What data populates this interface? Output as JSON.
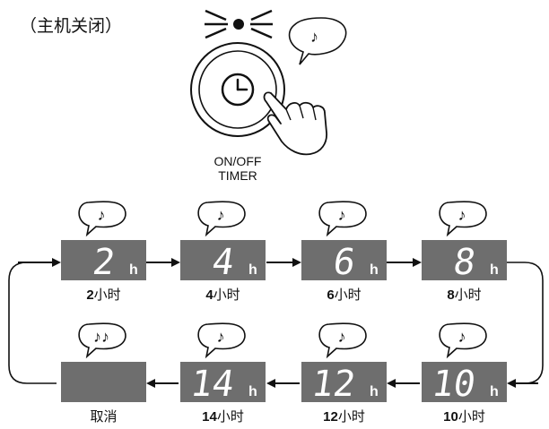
{
  "header": {
    "status_text": "（主机关闭）",
    "button_label_line1": "ON/OFF",
    "button_label_line2": "TIMER"
  },
  "beep": {
    "single": "♪",
    "double": "♪♪"
  },
  "timer_steps": [
    {
      "digits": "2",
      "unit": "h",
      "label_num": "2",
      "label_unit": "小时",
      "beep": "♪"
    },
    {
      "digits": "4",
      "unit": "h",
      "label_num": "4",
      "label_unit": "小时",
      "beep": "♪"
    },
    {
      "digits": "6",
      "unit": "h",
      "label_num": "6",
      "label_unit": "小时",
      "beep": "♪"
    },
    {
      "digits": "8",
      "unit": "h",
      "label_num": "8",
      "label_unit": "小时",
      "beep": "♪"
    },
    {
      "digits": "10",
      "unit": "h",
      "label_num": "10",
      "label_unit": "小时",
      "beep": "♪"
    },
    {
      "digits": "12",
      "unit": "h",
      "label_num": "12",
      "label_unit": "小时",
      "beep": "♪"
    },
    {
      "digits": "14",
      "unit": "h",
      "label_num": "14",
      "label_unit": "小时",
      "beep": "♪"
    },
    {
      "digits": "",
      "unit": "",
      "label_num": "",
      "label_unit": "取消",
      "beep": "♪♪"
    }
  ],
  "colors": {
    "display_bg": "#6e6e6e",
    "line": "#111111",
    "background": "#ffffff"
  }
}
